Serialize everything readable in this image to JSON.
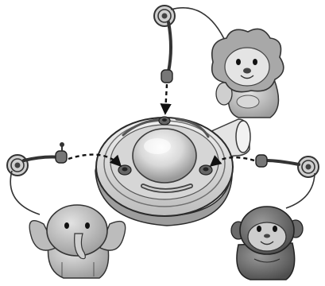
{
  "figure": {
    "kind": "assembly-diagram",
    "colors": {
      "outline": "#2a2a2a",
      "base_light": "#e9e9e9",
      "base_mid": "#cfcfcf",
      "base_dark": "#8c8c8c",
      "dome_highlight": "#f6f6f6",
      "dome_shadow": "#a9a9a9",
      "toy_light": "#bdbdbd",
      "toy_dark": "#5a5a5a",
      "arrow": "#111111"
    },
    "parts": [
      {
        "id": "base-unit",
        "icon": "dome-base"
      },
      {
        "id": "arm-top",
        "icon": "spiral-arm",
        "toy": "lion"
      },
      {
        "id": "arm-left",
        "icon": "spiral-arm",
        "toy": "elephant"
      },
      {
        "id": "arm-right",
        "icon": "spiral-arm",
        "toy": "monkey"
      }
    ],
    "arrows": [
      {
        "from": "arm-top-peg",
        "to": "top-socket",
        "style": "dashed"
      },
      {
        "from": "arm-left-peg",
        "to": "left-socket",
        "style": "dashed"
      },
      {
        "from": "arm-right-peg",
        "to": "right-socket",
        "style": "dashed"
      }
    ]
  }
}
